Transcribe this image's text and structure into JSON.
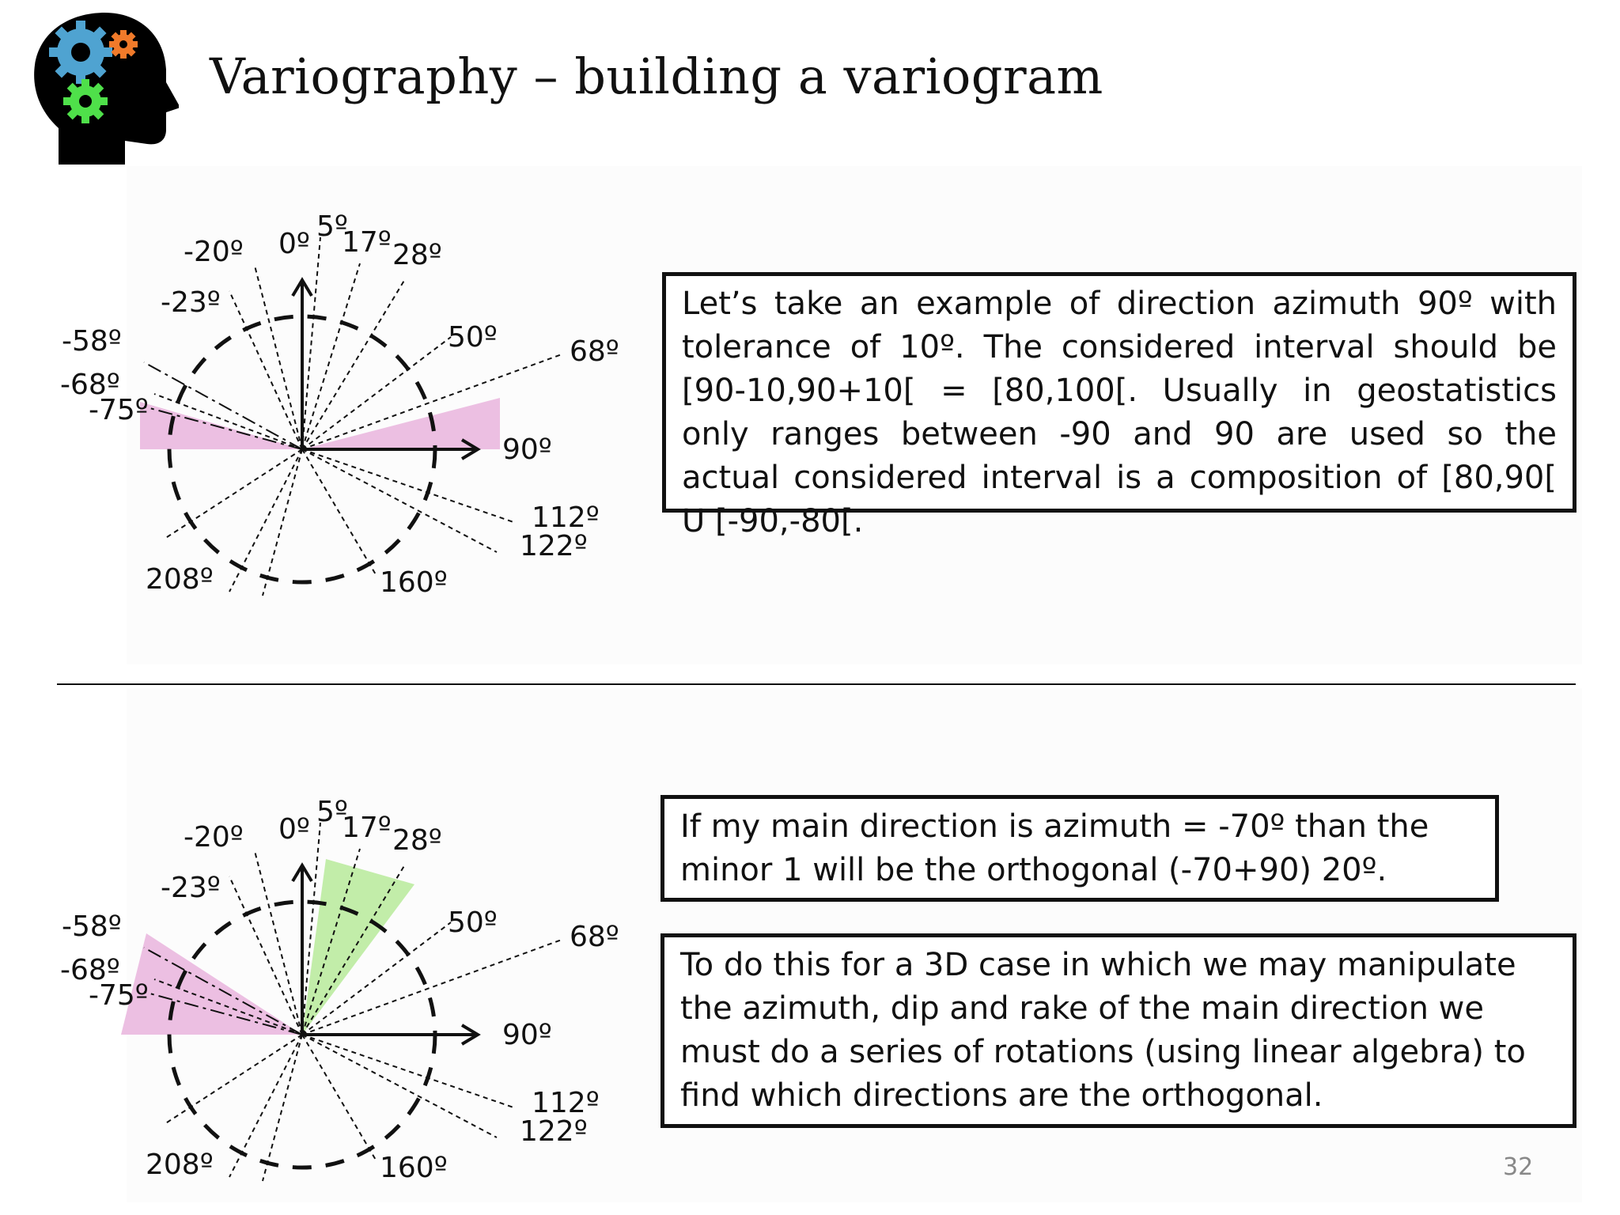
{
  "slide": {
    "title": "Variography – building a variogram",
    "page_number": "32"
  },
  "logo": {
    "icon": "head-with-gears-icon",
    "gear_colors": [
      "#4fa3d1",
      "#f07a2a",
      "#4fe04a"
    ]
  },
  "diagram_top": {
    "labels": {
      "n20": "-20º",
      "d0": "0º",
      "d5": "5º",
      "d17": "17º",
      "d28": "28º",
      "n23": "-23º",
      "n58": "-58º",
      "d50": "50º",
      "d68": "68º",
      "n68": "-68º",
      "n75": "-75º",
      "d90": "90º",
      "d112": "112º",
      "d122": "122º",
      "d208": "208º",
      "d160": "160º"
    },
    "highlight_color": "#e9b4dd"
  },
  "diagram_bottom": {
    "labels": {
      "n20": "-20º",
      "d0": "0º",
      "d5": "5º",
      "d17": "17º",
      "d28": "28º",
      "n23": "-23º",
      "n58": "-58º",
      "d50": "50º",
      "d68": "68º",
      "n68": "-68º",
      "n75": "-75º",
      "d90": "90º",
      "d112": "112º",
      "d122": "122º",
      "d208": "208º",
      "d160": "160º"
    },
    "highlight_color": "#e9b4dd",
    "minor_highlight_color": "#b7ea9a"
  },
  "text_box_1": "Let’s take an example of direction azimuth 90º with tolerance of 10º. The considered interval should be [90-10,90+10[ = [80,100[. Usually in geostatistics only ranges between -90 and 90 are used so the actual considered interval is a composition of [80,90[ U [-90,-80[.",
  "text_box_2": "If my main direction is azimuth = -70º than the minor 1 will be the orthogonal (-70+90) 20º.",
  "text_box_3": "To do this for a 3D case in which we may manipulate the azimuth, dip and rake of the main direction we must do a series of rotations (using linear algebra) to find which directions are the orthogonal."
}
